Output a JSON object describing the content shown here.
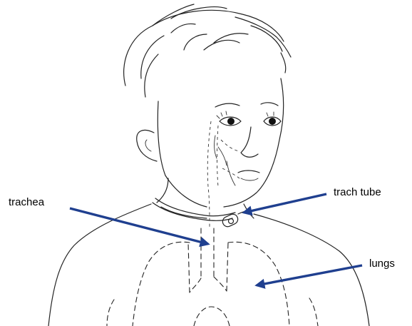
{
  "labels": {
    "trachea": "trachea",
    "trach_tube": "trach tube",
    "lungs": "lungs"
  },
  "colors": {
    "arrow": "#1f3f8f",
    "ink": "#222222",
    "background": "#ffffff"
  }
}
